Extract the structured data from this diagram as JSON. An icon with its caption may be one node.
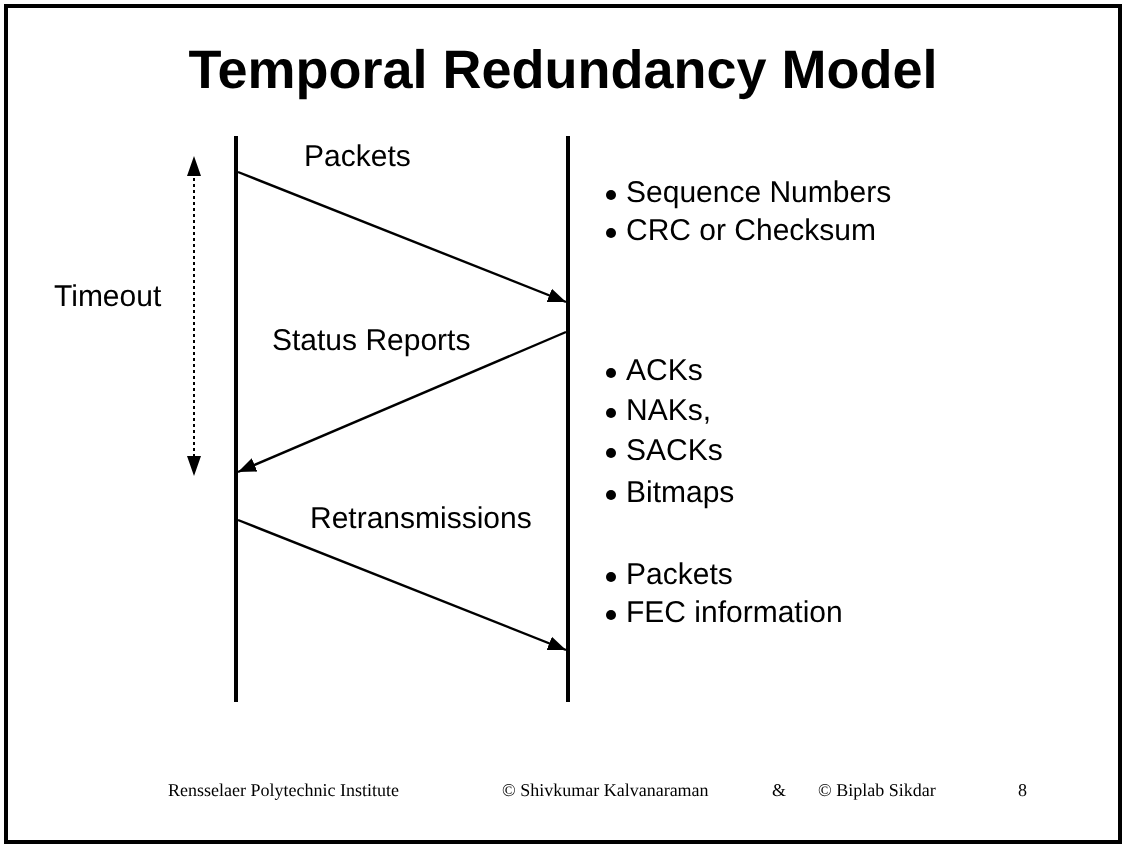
{
  "diagram": {
    "title": "Temporal Redundancy Model",
    "nodes": [
      {
        "text": [],
        "shape": "bar"
      },
      {
        "text": [],
        "shape": "bar"
      }
    ],
    "edges": [
      {
        "from": 0,
        "to": 1,
        "arrow": "to",
        "label": "Packets"
      },
      {
        "from": 1,
        "to": 0,
        "arrow": "to",
        "label": "Status Reports"
      },
      {
        "from": 0,
        "to": 1,
        "arrow": "to",
        "label": "Retransmissions"
      }
    ],
    "labels": [
      "Timeout",
      "Sequence Numbers",
      "CRC or Checksum",
      "ACKs",
      "NAKs,",
      "SACKs",
      "Bitmaps",
      "Packets",
      "FEC information",
      "Rensselaer Polytechnic Institute",
      "© Shivkumar Kalvanaraman",
      "&",
      "© Biplab Sikdar",
      "8"
    ]
  }
}
